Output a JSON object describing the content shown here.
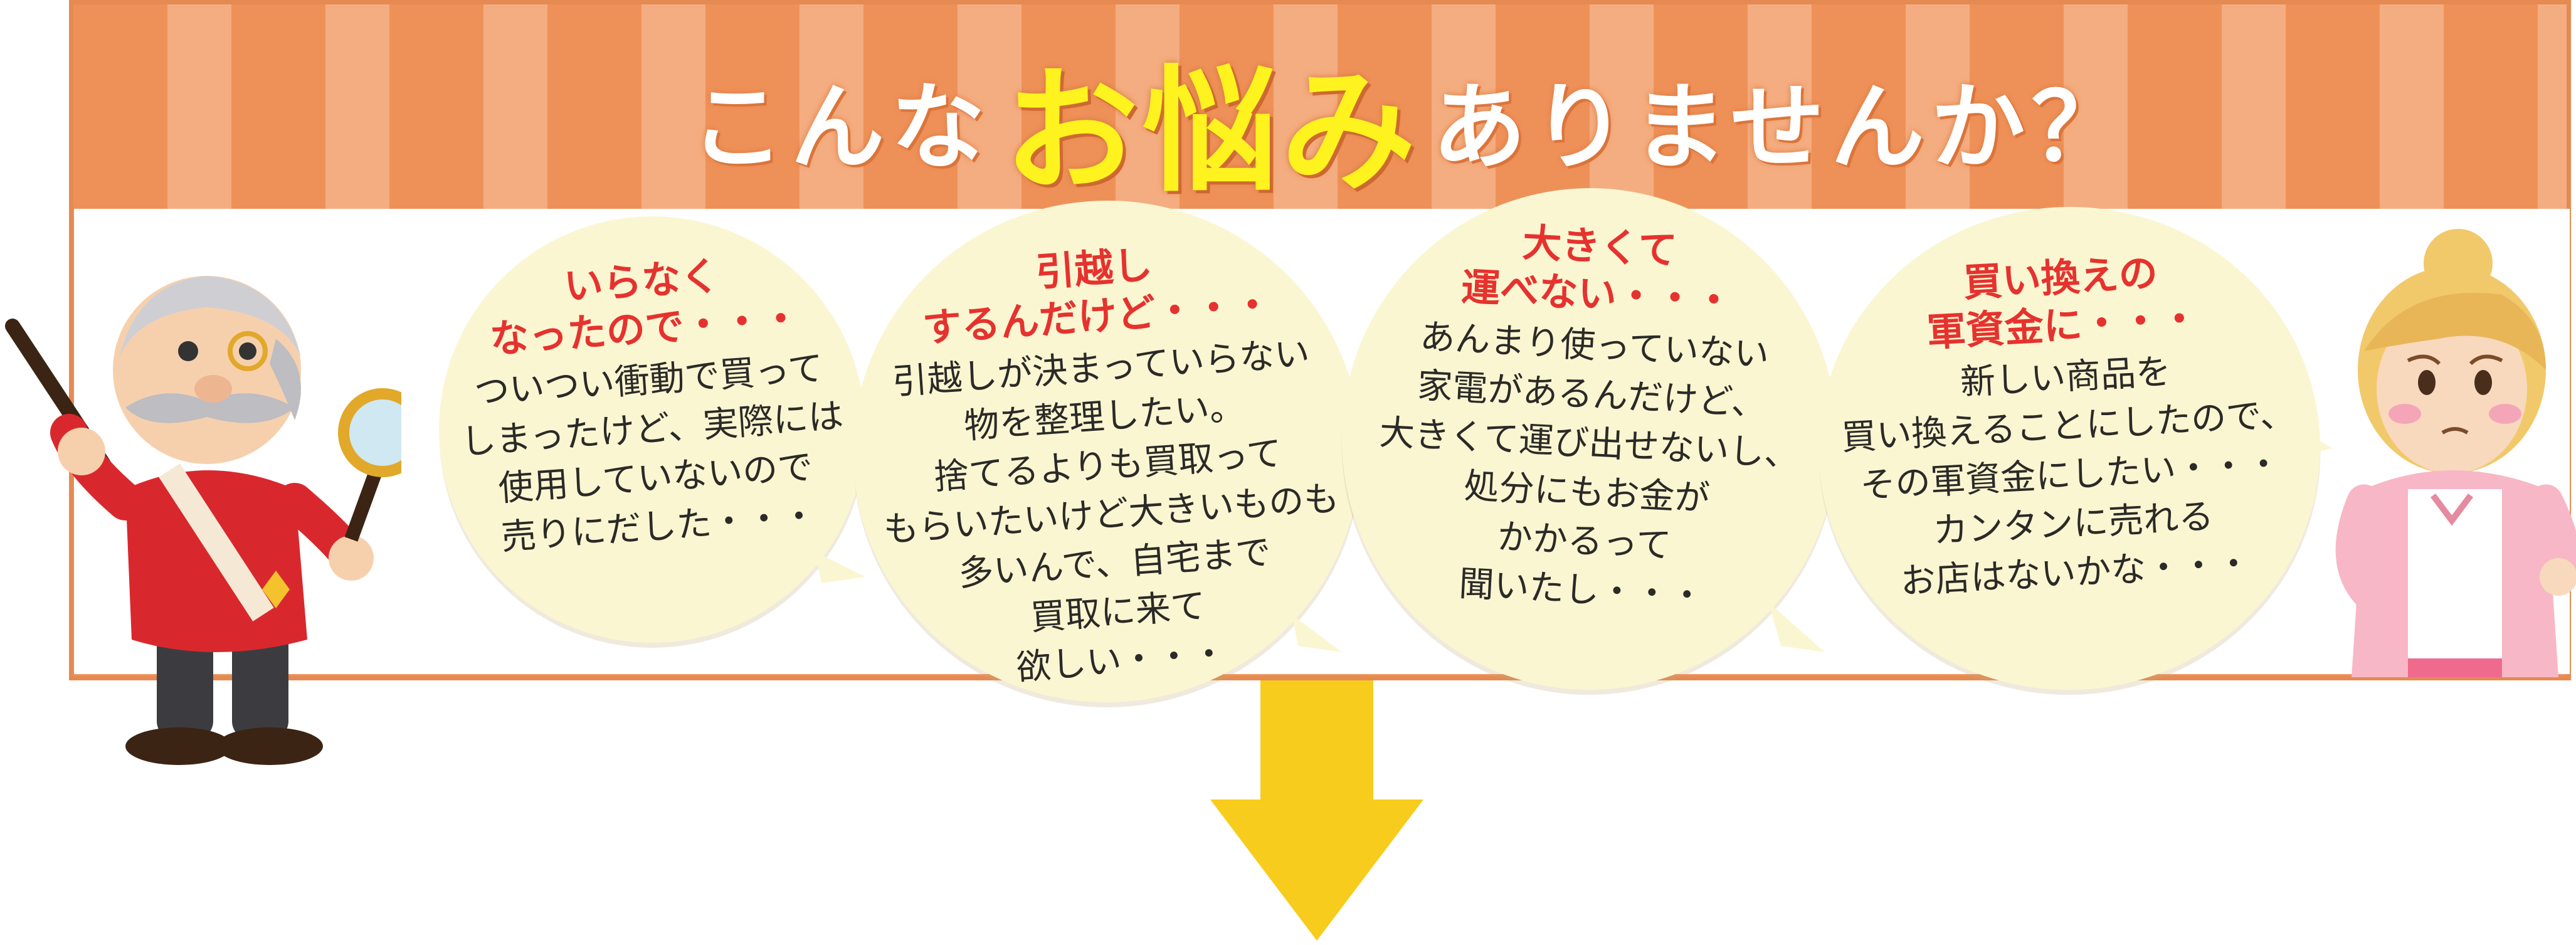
{
  "headline": {
    "before": "こんな",
    "emphasis": "お悩み",
    "after": "ありませんか？"
  },
  "bubbles": [
    {
      "title": [
        "いらなく",
        "なったので・・・"
      ],
      "body": [
        "ついつい衝動で買って",
        "しまったけど、実際には",
        "使用していないので",
        "売りにだした・・・"
      ]
    },
    {
      "title": [
        "引越し",
        "するんだけど・・・"
      ],
      "body": [
        "引越しが決まっていらない",
        "物を整理したい。",
        "捨てるよりも買取って",
        "もらいたいけど大きいものも",
        "多いんで、自宅まで",
        "買取に来て",
        "欲しい・・・"
      ]
    },
    {
      "title": [
        "大きくて",
        "運べない・・・"
      ],
      "body": [
        "あんまり使っていない",
        "家電があるんだけど、",
        "大きくて運び出せないし、",
        "処分にもお金が",
        "かかるって",
        "聞いたし・・・"
      ]
    },
    {
      "title": [
        "買い換えの",
        "軍資金に・・・"
      ],
      "body": [
        "新しい商品を",
        "買い換えることにしたので、",
        "その軍資金にしたい・・・",
        "カンタンに売れる",
        "お店はないかな・・・"
      ]
    }
  ],
  "colors": {
    "band": "#ee9159",
    "stripe_light": "#f4ad80",
    "bubble": "#fbf6d2",
    "title_red": "#e6322e",
    "headline_yellow": "#fff31f",
    "arrow": "#f7cc1c"
  },
  "icons": [
    "detective-character-icon",
    "worried-woman-character-icon",
    "down-arrow-icon"
  ]
}
